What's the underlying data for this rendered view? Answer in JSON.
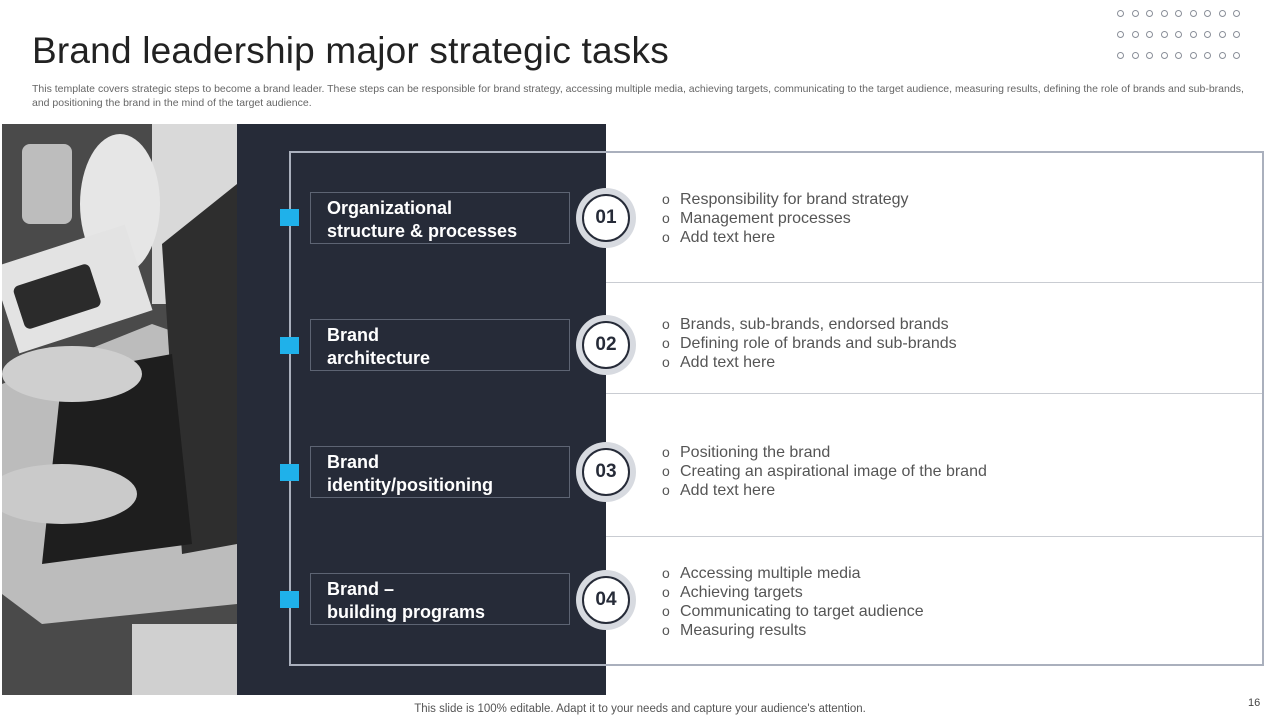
{
  "slide": {
    "title": "Brand leadership major strategic tasks",
    "subtitle": "This template covers strategic steps to become a brand leader. These steps can be responsible for brand strategy, accessing multiple media, achieving targets, communicating to the target audience, measuring results, defining the role of brands and sub-brands, and positioning the brand in the mind of the target audience.",
    "footer": "This slide is 100% editable. Adapt it to your needs and capture your audience's attention.",
    "page_number": "16",
    "accent_color": "#1fb1ea",
    "panel_color": "#262b38",
    "bullet_glyph": "o"
  },
  "tasks": [
    {
      "label": "Organizational\nstructure & processes",
      "number": "01",
      "bullets": [
        "Responsibility for brand strategy",
        "Management processes",
        "Add text here"
      ]
    },
    {
      "label": "Brand\narchitecture",
      "number": "02",
      "bullets": [
        "Brands, sub-brands, endorsed brands",
        "Defining role of brands and sub-brands",
        "Add text here"
      ]
    },
    {
      "label": "Brand\nidentity/positioning",
      "number": "03",
      "bullets": [
        "Positioning the brand",
        "Creating an aspirational image of the brand",
        "Add text here"
      ]
    },
    {
      "label": "Brand –\nbuilding programs",
      "number": "04",
      "bullets": [
        "Accessing multiple media",
        "Achieving targets",
        "Communicating to target audience",
        "Measuring results"
      ]
    }
  ]
}
